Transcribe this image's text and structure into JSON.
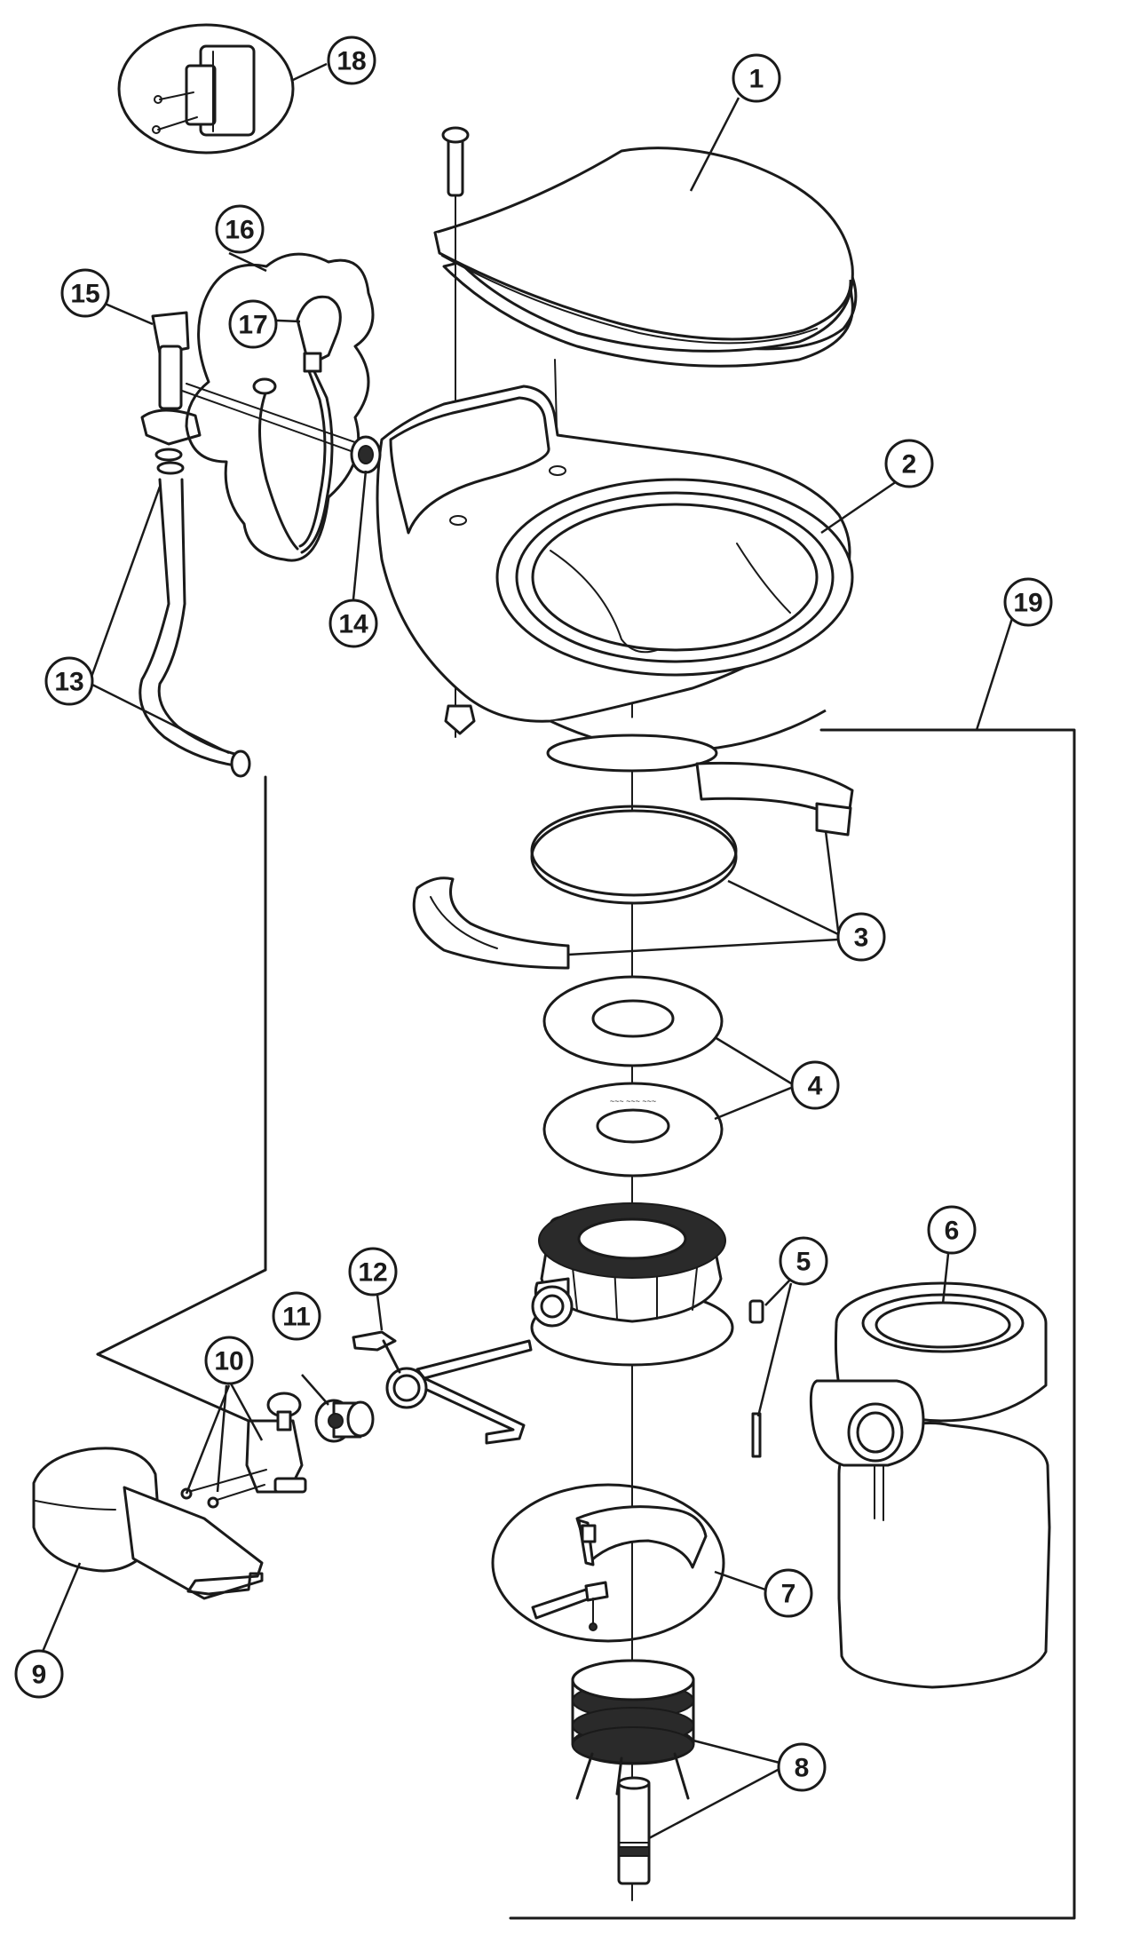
{
  "diagram": {
    "type": "exploded-parts-view",
    "callouts": [
      {
        "id": "c1",
        "label": "1"
      },
      {
        "id": "c2",
        "label": "2"
      },
      {
        "id": "c3",
        "label": "3"
      },
      {
        "id": "c4",
        "label": "4"
      },
      {
        "id": "c5",
        "label": "5"
      },
      {
        "id": "c6",
        "label": "6"
      },
      {
        "id": "c7",
        "label": "7"
      },
      {
        "id": "c8",
        "label": "8"
      },
      {
        "id": "c9",
        "label": "9"
      },
      {
        "id": "c10",
        "label": "10"
      },
      {
        "id": "c11",
        "label": "11"
      },
      {
        "id": "c12",
        "label": "12"
      },
      {
        "id": "c13",
        "label": "13"
      },
      {
        "id": "c14",
        "label": "14"
      },
      {
        "id": "c15",
        "label": "15"
      },
      {
        "id": "c16",
        "label": "16"
      },
      {
        "id": "c17",
        "label": "17"
      },
      {
        "id": "c18",
        "label": "18"
      },
      {
        "id": "c19",
        "label": "19"
      }
    ]
  }
}
